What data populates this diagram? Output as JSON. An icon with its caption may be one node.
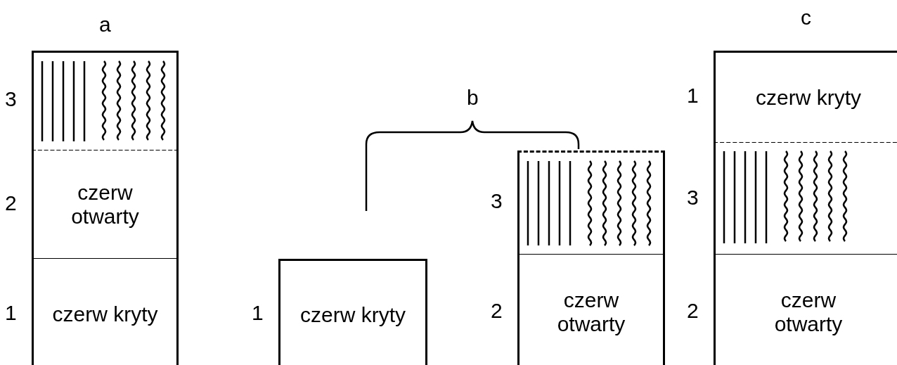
{
  "diagram": {
    "nodes": [
      {
        "text": [],
        "shape": "box",
        "beside": [
          "3"
        ]
      },
      {
        "text": [
          "czerw otwarty"
        ],
        "beside": [
          "2"
        ]
      },
      {
        "text": [
          "czerw kryty"
        ],
        "beside": [
          "1"
        ]
      },
      {
        "text": [
          "czerw kryty"
        ],
        "beside": [
          "1"
        ]
      },
      {
        "text": [],
        "shape": "box",
        "beside": [
          "3"
        ]
      },
      {
        "text": [
          "czerw otwarty"
        ],
        "beside": [
          "2"
        ]
      },
      {
        "text": [
          "czerw kryty"
        ],
        "beside": [
          "1"
        ]
      },
      {
        "text": [],
        "shape": "box",
        "beside": [
          "3"
        ]
      },
      {
        "text": [
          "czerw otwarty"
        ],
        "beside": [
          "2"
        ]
      }
    ],
    "labels": [
      "a",
      "b",
      "c"
    ]
  }
}
